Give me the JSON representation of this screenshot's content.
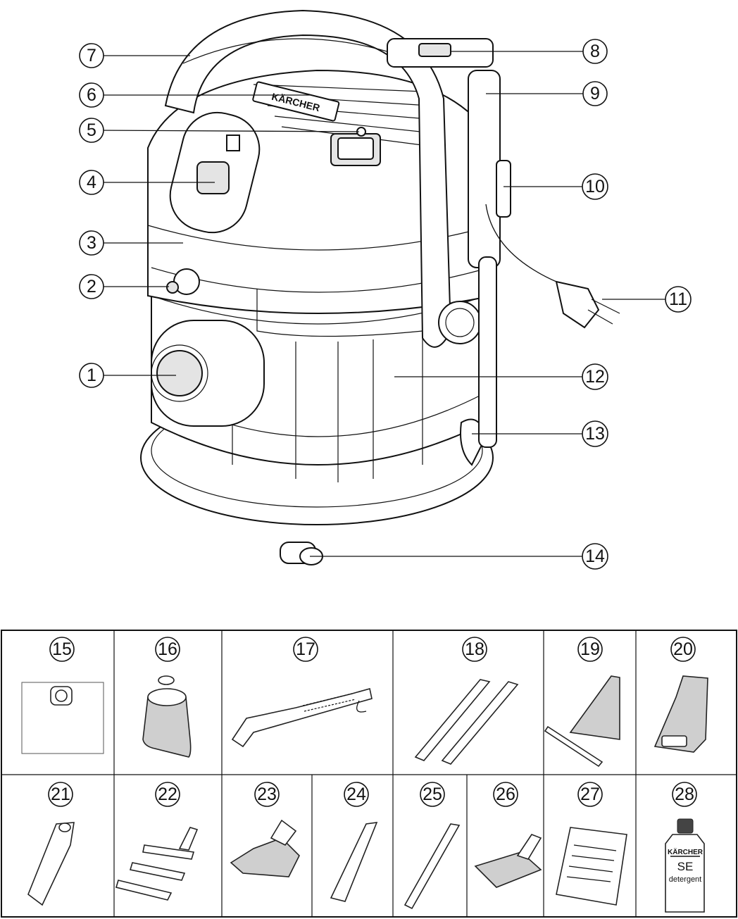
{
  "machine": {
    "brand_logo": "KÄRCHER",
    "callouts": [
      "1",
      "2",
      "3",
      "4",
      "5",
      "6",
      "7",
      "8",
      "9",
      "10",
      "11",
      "12",
      "13",
      "14"
    ]
  },
  "accessories": {
    "callouts": [
      "15",
      "16",
      "17",
      "18",
      "19",
      "20",
      "21",
      "22",
      "23",
      "24",
      "25",
      "26",
      "27",
      "28"
    ],
    "detergent": {
      "brand": "KÄRCHER",
      "name": "SE",
      "type": "detergent"
    }
  }
}
